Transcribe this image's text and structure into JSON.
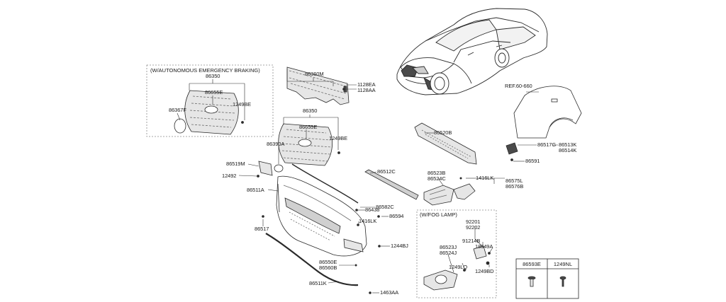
{
  "colors": {
    "line": "#2a2a2a",
    "part_fill": "#e6e6e6",
    "dark": "#4a4a4a",
    "dash": "#8a8a8a"
  },
  "boxes": {
    "autonomous": {
      "title": "(W/AUTONOMOUS EMERGENCY BRAKING)"
    },
    "fog": {
      "title": "(W/FOG LAMP)"
    }
  },
  "labels": {
    "p86350a": "86350",
    "p86655Ea": "86655E",
    "p86367F": "86367F",
    "p1249BEa": "1249BE",
    "p86360M": "86360M",
    "p1128EA": "1128EA",
    "p1128AA": "1128AA",
    "p86350b": "86350",
    "p86655Eb": "86655E",
    "p86390A": "86390A",
    "p1249BEb": "1249BE",
    "p86519M": "86519M",
    "p12492": "12492",
    "p86511A": "86511A",
    "p86512C": "86512C",
    "p86520B": "86520B",
    "p86517": "86517",
    "p86438": "86438",
    "p86582C": "86582C",
    "p86594": "86594",
    "p1416LKa": "1416LK",
    "p1244BJ": "1244BJ",
    "p86550E": "86550E",
    "p86560B": "86560B",
    "p86511K": "86511K",
    "p1463AA": "1463AA",
    "p86523B": "86523B",
    "p86524C": "86524C",
    "p1416LKb": "1416LK",
    "p86575L": "86575L",
    "p86576B": "86576B",
    "pREF": "REF.60-660",
    "p86517G": "86517G",
    "p86513K": "86513K",
    "p86514K": "86514K",
    "p86591": "86591",
    "p92201": "92201",
    "p92202": "92202",
    "p91214B": "91214B",
    "p18649A": "18649A",
    "p86523J": "86523J",
    "p86524J": "86524J",
    "p1249LQ": "1249LQ",
    "p1249BD": "1249BD"
  },
  "table": {
    "col1": "86593E",
    "col2": "1249NL",
    "icon1": "clip-icon",
    "icon2": "screw-icon"
  }
}
